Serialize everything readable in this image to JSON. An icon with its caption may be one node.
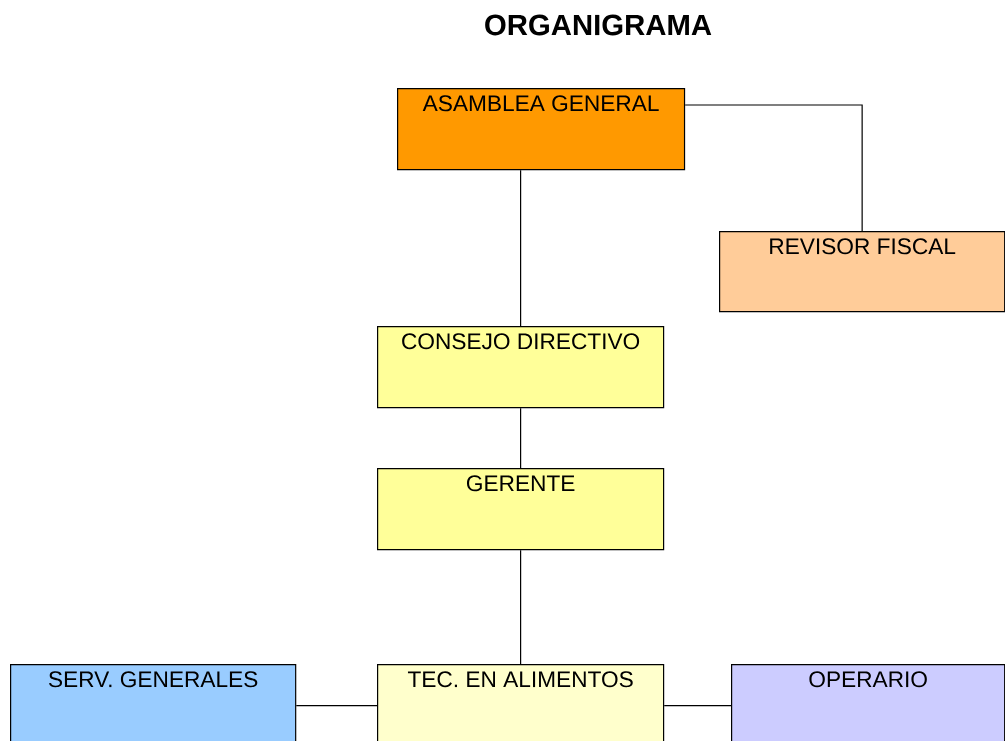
{
  "diagram": {
    "title": "ORGANIGRAMA",
    "nodes": [
      {
        "text": [
          "ASAMBLEA GENERAL"
        ]
      },
      {
        "text": [
          "REVISOR FISCAL"
        ]
      },
      {
        "text": [
          "CONSEJO DIRECTIVO"
        ]
      },
      {
        "text": [
          "GERENTE"
        ]
      },
      {
        "text": [
          "SERV. GENERALES"
        ]
      },
      {
        "text": [
          "TEC. EN ALIMENTOS"
        ]
      },
      {
        "text": [
          "OPERARIO"
        ]
      }
    ],
    "edges": [
      {
        "from": 0,
        "to": 1,
        "arrow": "none"
      },
      {
        "from": 0,
        "to": 2,
        "arrow": "none"
      },
      {
        "from": 2,
        "to": 3,
        "arrow": "none"
      },
      {
        "from": 3,
        "to": 5,
        "arrow": "none"
      },
      {
        "from": 5,
        "to": 4,
        "arrow": "none"
      },
      {
        "from": 5,
        "to": 6,
        "arrow": "none"
      }
    ]
  }
}
